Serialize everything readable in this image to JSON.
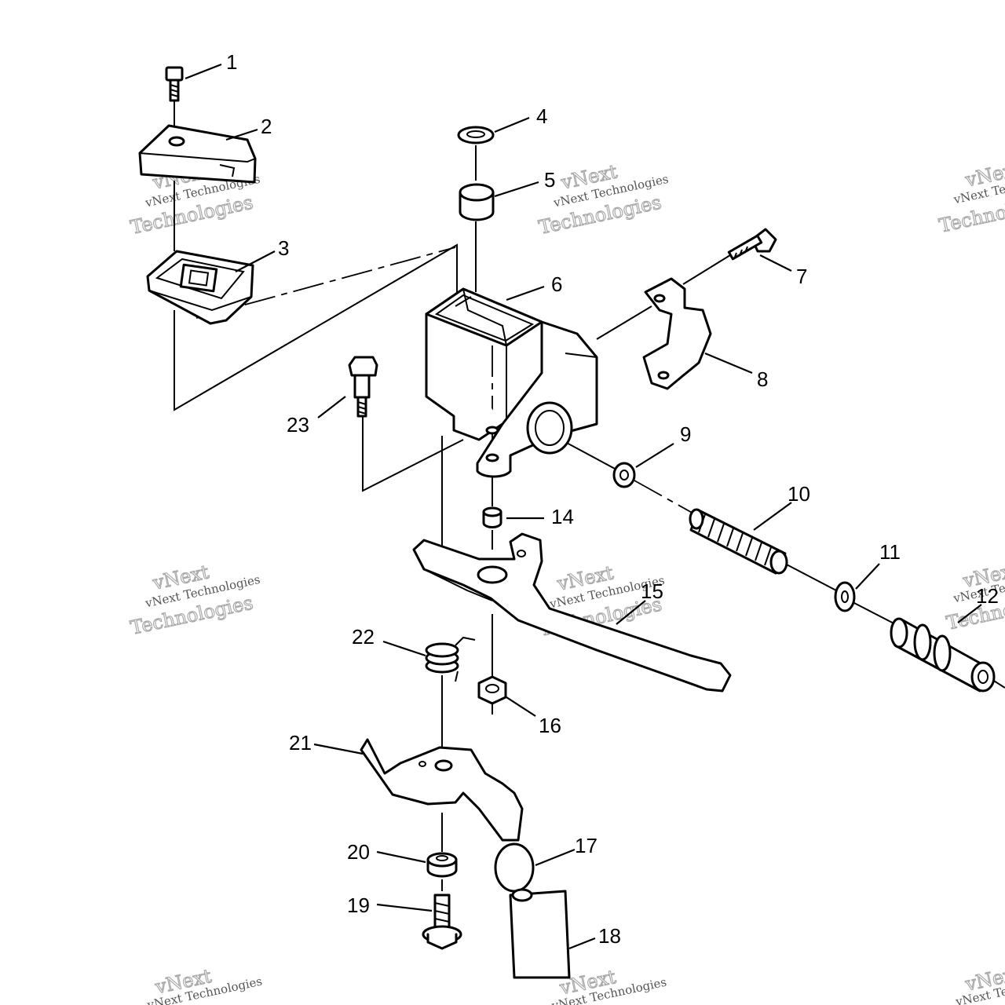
{
  "watermark": {
    "brand_top": "vNext",
    "brand_line": "vNext Technologies",
    "brand_large": "Technologies"
  },
  "callouts": [
    "1",
    "2",
    "3",
    "4",
    "5",
    "6",
    "7",
    "8",
    "9",
    "10",
    "11",
    "12",
    "14",
    "15",
    "16",
    "17",
    "18",
    "19",
    "20",
    "21",
    "22",
    "23"
  ]
}
